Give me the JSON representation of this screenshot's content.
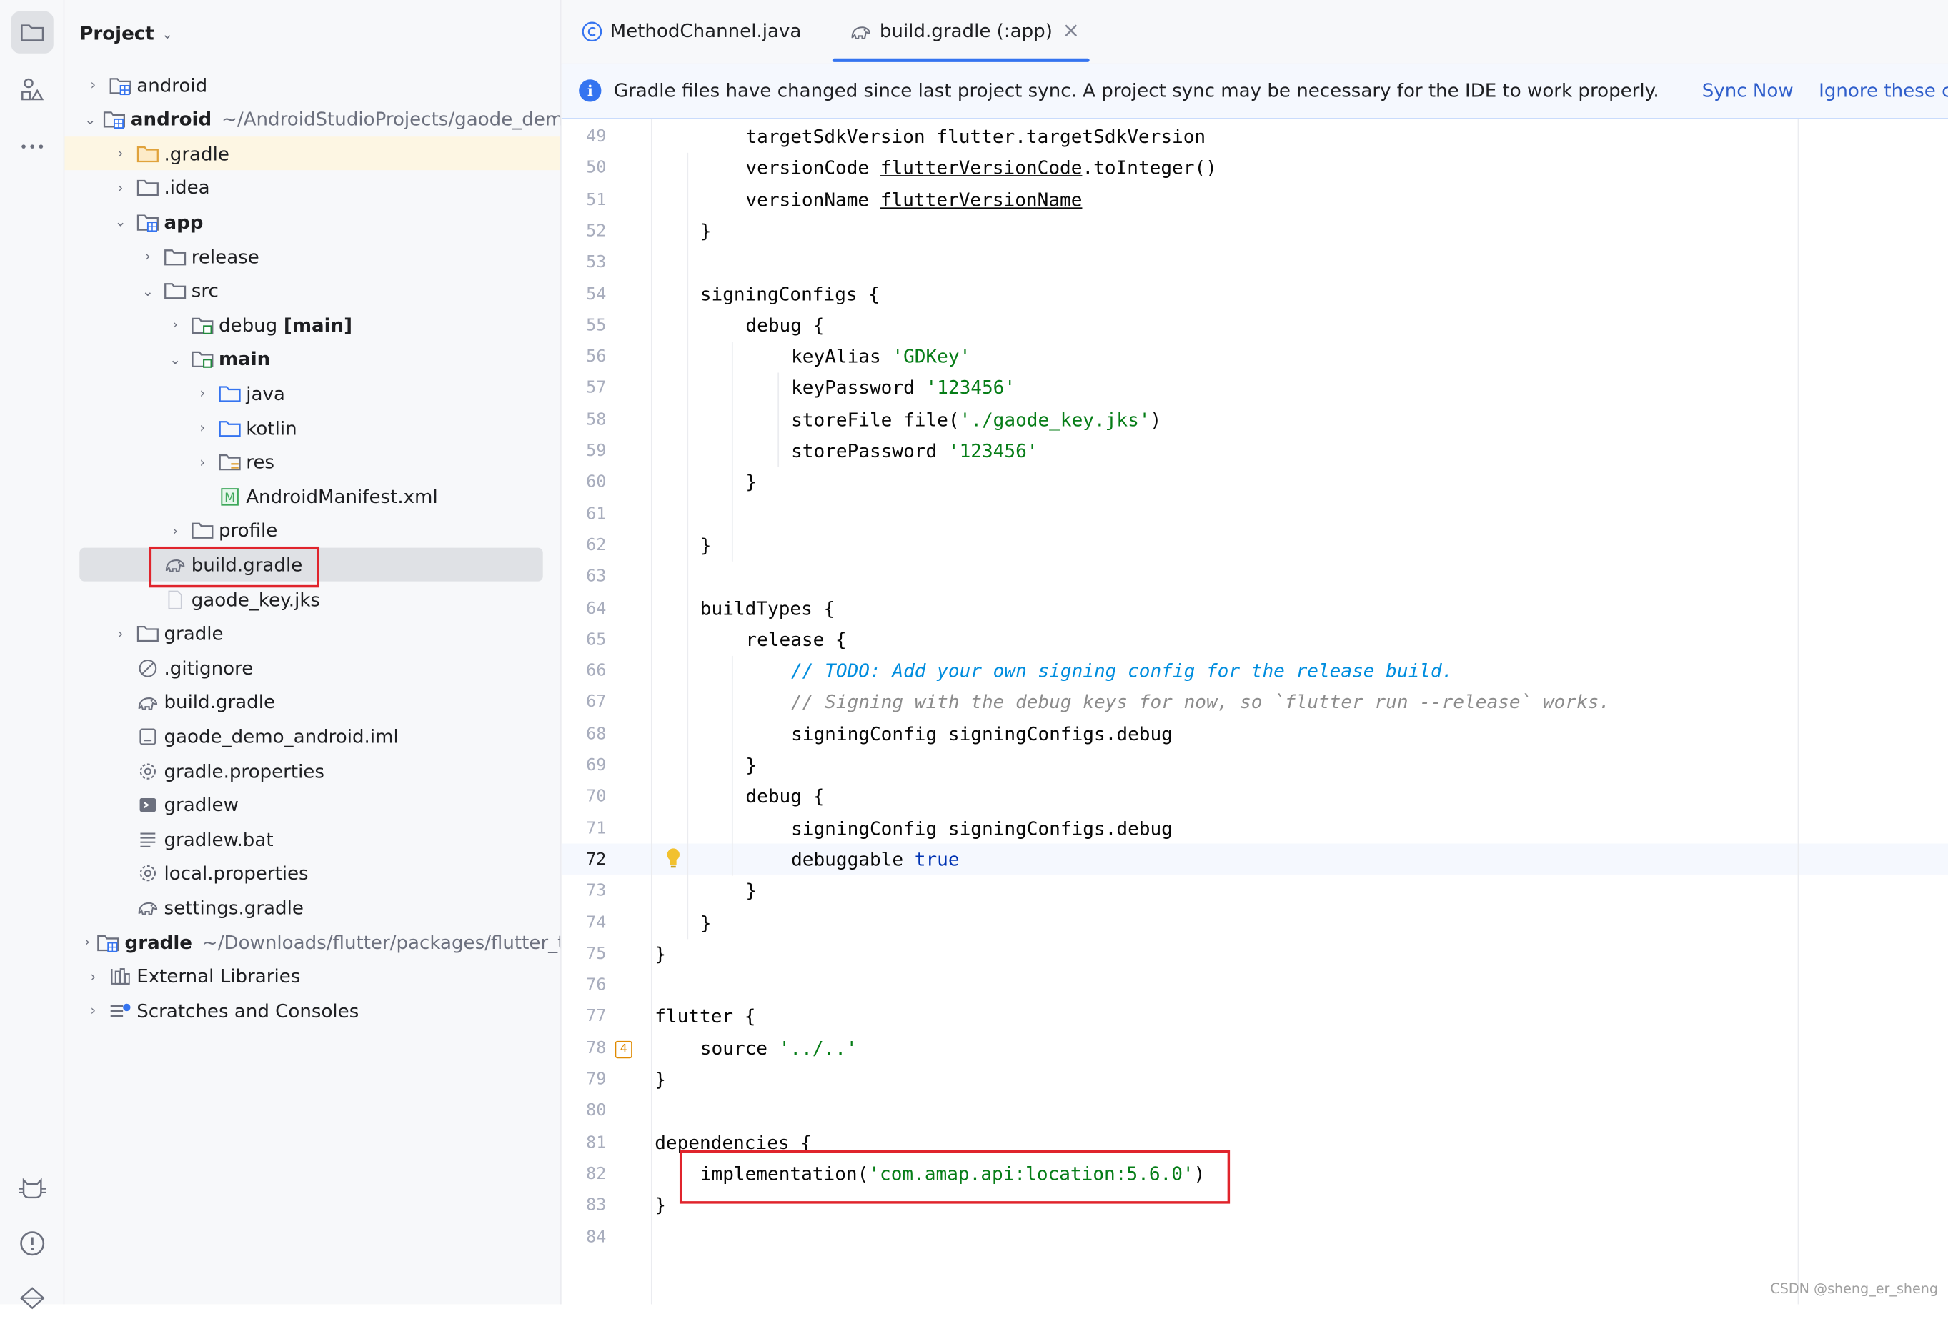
{
  "project_panel": {
    "title": "Project",
    "tree": [
      {
        "label": "android",
        "path": "",
        "bold": false,
        "arrow": "›",
        "icon": "module-folder-icon"
      },
      {
        "label": "android",
        "path": "~/AndroidStudioProjects/gaode_demo/a",
        "bold": true,
        "arrow": "⌄",
        "icon": "module-folder-icon"
      },
      {
        "label": ".gradle",
        "path": "",
        "bold": false,
        "arrow": "›",
        "icon": "folder-orange-icon"
      },
      {
        "label": ".idea",
        "path": "",
        "bold": false,
        "arrow": "›",
        "icon": "folder-icon"
      },
      {
        "label": "app",
        "path": "",
        "bold": true,
        "arrow": "⌄",
        "icon": "module-folder-icon"
      },
      {
        "label": "release",
        "path": "",
        "bold": false,
        "arrow": "›",
        "icon": "folder-icon"
      },
      {
        "label": "src",
        "path": "",
        "bold": false,
        "arrow": "⌄",
        "icon": "folder-icon"
      },
      {
        "label": "debug",
        "label_extra": "[main]",
        "path": "",
        "bold": false,
        "arrow": "›",
        "icon": "source-folder-icon"
      },
      {
        "label": "main",
        "path": "",
        "bold": true,
        "arrow": "⌄",
        "icon": "source-folder-icon"
      },
      {
        "label": "java",
        "path": "",
        "bold": false,
        "arrow": "›",
        "icon": "folder-blue-icon"
      },
      {
        "label": "kotlin",
        "path": "",
        "bold": false,
        "arrow": "›",
        "icon": "folder-blue-icon"
      },
      {
        "label": "res",
        "path": "",
        "bold": false,
        "arrow": "›",
        "icon": "res-folder-icon"
      },
      {
        "label": "AndroidManifest.xml",
        "path": "",
        "bold": false,
        "arrow": "",
        "icon": "manifest-icon"
      },
      {
        "label": "profile",
        "path": "",
        "bold": false,
        "arrow": "›",
        "icon": "folder-icon"
      },
      {
        "label": "build.gradle",
        "path": "",
        "bold": false,
        "arrow": "",
        "icon": "gradle-elephant-icon"
      },
      {
        "label": "gaode_key.jks",
        "path": "",
        "bold": false,
        "arrow": "",
        "icon": "file-icon"
      },
      {
        "label": "gradle",
        "path": "",
        "bold": false,
        "arrow": "›",
        "icon": "folder-icon"
      },
      {
        "label": ".gitignore",
        "path": "",
        "bold": false,
        "arrow": "",
        "icon": "ignore-icon"
      },
      {
        "label": "build.gradle",
        "path": "",
        "bold": false,
        "arrow": "",
        "icon": "gradle-elephant-icon"
      },
      {
        "label": "gaode_demo_android.iml",
        "path": "",
        "bold": false,
        "arrow": "",
        "icon": "iml-icon"
      },
      {
        "label": "gradle.properties",
        "path": "",
        "bold": false,
        "arrow": "",
        "icon": "settings-gear-icon"
      },
      {
        "label": "gradlew",
        "path": "",
        "bold": false,
        "arrow": "",
        "icon": "terminal-icon"
      },
      {
        "label": "gradlew.bat",
        "path": "",
        "bold": false,
        "arrow": "",
        "icon": "text-lines-icon"
      },
      {
        "label": "local.properties",
        "path": "",
        "bold": false,
        "arrow": "",
        "icon": "settings-gear-icon"
      },
      {
        "label": "settings.gradle",
        "path": "",
        "bold": false,
        "arrow": "",
        "icon": "gradle-elephant-icon"
      },
      {
        "label": "gradle",
        "path": "~/Downloads/flutter/packages/flutter_too",
        "bold": true,
        "arrow": "›",
        "icon": "module-folder-icon"
      },
      {
        "label": "External Libraries",
        "path": "",
        "bold": false,
        "arrow": "›",
        "icon": "libraries-icon"
      },
      {
        "label": "Scratches and Consoles",
        "path": "",
        "bold": false,
        "arrow": "›",
        "icon": "scratches-icon"
      }
    ]
  },
  "tabs": [
    {
      "label": "MethodChannel.java",
      "icon": "java-class-icon"
    },
    {
      "label": "build.gradle (:app)",
      "icon": "gradle-elephant-icon",
      "close": "×"
    }
  ],
  "banner": {
    "info_glyph": "i",
    "message": "Gradle files have changed since last project sync. A project sync may be necessary for the IDE to work properly.",
    "sync_now": "Sync Now",
    "ignore": "Ignore these ch"
  },
  "code": {
    "current_line": "72",
    "bulb_line": "72",
    "badge_line": "78",
    "badge_text": "4",
    "lines": [
      {
        "n": "49",
        "indent": 2,
        "t": [
          {
            "s": "targetSdkVersion flutter.targetSdkVersion"
          }
        ]
      },
      {
        "n": "50",
        "indent": 2,
        "t": [
          {
            "s": "versionCode "
          },
          {
            "s": "flutterVersionCode",
            "c": "u"
          },
          {
            "s": ".toInteger()"
          }
        ]
      },
      {
        "n": "51",
        "indent": 2,
        "t": [
          {
            "s": "versionName "
          },
          {
            "s": "flutterVersionName",
            "c": "u"
          }
        ]
      },
      {
        "n": "52",
        "indent": 1,
        "t": [
          {
            "s": "}"
          }
        ]
      },
      {
        "n": "53",
        "indent": 0,
        "t": []
      },
      {
        "n": "54",
        "indent": 1,
        "t": [
          {
            "s": "signingConfigs {"
          }
        ]
      },
      {
        "n": "55",
        "indent": 2,
        "t": [
          {
            "s": "debug {"
          }
        ]
      },
      {
        "n": "56",
        "indent": 3,
        "t": [
          {
            "s": "keyAlias "
          },
          {
            "s": "'GDKey'",
            "c": "k-str"
          }
        ]
      },
      {
        "n": "57",
        "indent": 3,
        "t": [
          {
            "s": "keyPassword "
          },
          {
            "s": "'123456'",
            "c": "k-str"
          }
        ]
      },
      {
        "n": "58",
        "indent": 3,
        "t": [
          {
            "s": "storeFile file("
          },
          {
            "s": "'./gaode_key.jks'",
            "c": "k-str"
          },
          {
            "s": ")"
          }
        ]
      },
      {
        "n": "59",
        "indent": 3,
        "t": [
          {
            "s": "storePassword "
          },
          {
            "s": "'123456'",
            "c": "k-str"
          }
        ]
      },
      {
        "n": "60",
        "indent": 2,
        "t": [
          {
            "s": "}"
          }
        ]
      },
      {
        "n": "61",
        "indent": 0,
        "t": []
      },
      {
        "n": "62",
        "indent": 1,
        "t": [
          {
            "s": "}"
          }
        ]
      },
      {
        "n": "63",
        "indent": 0,
        "t": []
      },
      {
        "n": "64",
        "indent": 1,
        "t": [
          {
            "s": "buildTypes {"
          }
        ]
      },
      {
        "n": "65",
        "indent": 2,
        "t": [
          {
            "s": "release {"
          }
        ]
      },
      {
        "n": "66",
        "indent": 3,
        "t": [
          {
            "s": "// TODO: Add your own signing config for the release build.",
            "c": "k-todo"
          }
        ]
      },
      {
        "n": "67",
        "indent": 3,
        "t": [
          {
            "s": "// Signing with the debug keys for now, so `flutter run --release` works.",
            "c": "k-cm"
          }
        ]
      },
      {
        "n": "68",
        "indent": 3,
        "t": [
          {
            "s": "signingConfig signingConfigs.debug"
          }
        ]
      },
      {
        "n": "69",
        "indent": 2,
        "t": [
          {
            "s": "}"
          }
        ]
      },
      {
        "n": "70",
        "indent": 2,
        "t": [
          {
            "s": "debug {"
          }
        ]
      },
      {
        "n": "71",
        "indent": 3,
        "t": [
          {
            "s": "signingConfig signingConfigs.debug"
          }
        ]
      },
      {
        "n": "72",
        "indent": 3,
        "t": [
          {
            "s": "debuggable "
          },
          {
            "s": "true",
            "c": "k-kw"
          }
        ]
      },
      {
        "n": "73",
        "indent": 2,
        "t": [
          {
            "s": "}"
          }
        ]
      },
      {
        "n": "74",
        "indent": 1,
        "t": [
          {
            "s": "}"
          }
        ]
      },
      {
        "n": "75",
        "indent": 0,
        "t": [
          {
            "s": "}"
          }
        ]
      },
      {
        "n": "76",
        "indent": 0,
        "t": []
      },
      {
        "n": "77",
        "indent": 0,
        "t": [
          {
            "s": "flutter {"
          }
        ]
      },
      {
        "n": "78",
        "indent": 1,
        "t": [
          {
            "s": "source "
          },
          {
            "s": "'../..'",
            "c": "k-str"
          }
        ]
      },
      {
        "n": "79",
        "indent": 0,
        "t": [
          {
            "s": "}"
          }
        ]
      },
      {
        "n": "80",
        "indent": 0,
        "t": []
      },
      {
        "n": "81",
        "indent": 0,
        "t": [
          {
            "s": "dependencies {"
          }
        ]
      },
      {
        "n": "82",
        "indent": 1,
        "t": [
          {
            "s": "implementation("
          },
          {
            "s": "'com.amap.api:location:5.6.0'",
            "c": "k-str"
          },
          {
            "s": ")"
          }
        ]
      },
      {
        "n": "83",
        "indent": 0,
        "t": [
          {
            "s": "}"
          }
        ]
      },
      {
        "n": "84",
        "indent": 0,
        "t": []
      }
    ]
  },
  "watermark": "CSDN @sheng_er_sheng",
  "colors": {
    "accent": "#3574f0",
    "highlight_box": "#e0242c",
    "string": "#067d17",
    "keyword": "#0033b3"
  }
}
